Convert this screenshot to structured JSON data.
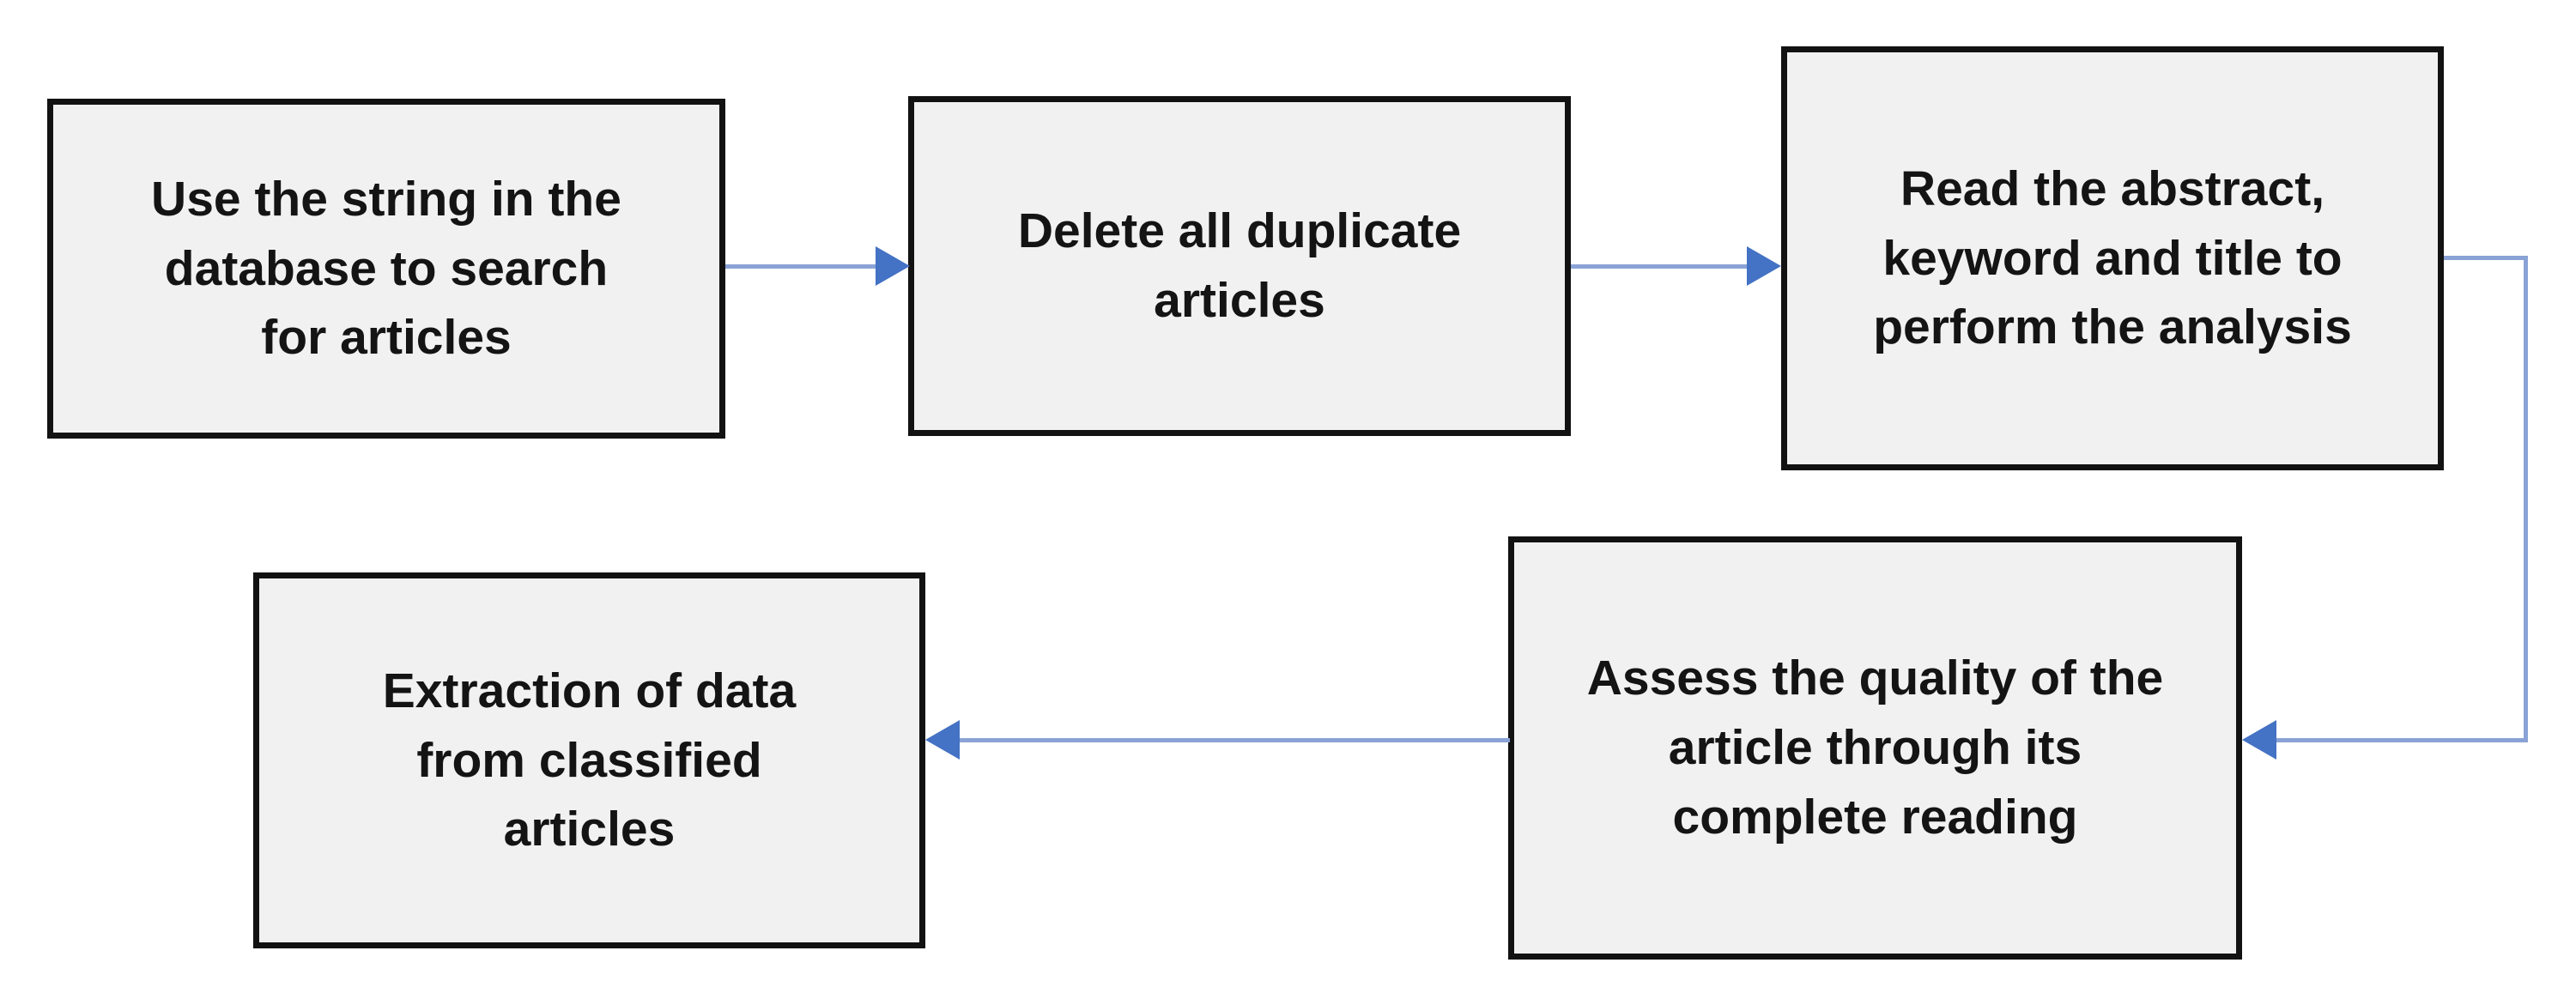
{
  "diagram": {
    "type": "flowchart",
    "title": "",
    "colors": {
      "background": "#ffffff",
      "box_fill": "#f1f1f1",
      "box_border": "#121212",
      "arrow_line": "#8aa3d6",
      "arrow_head": "#4472c4",
      "text_color": "#141414"
    },
    "nodes": [
      {
        "id": "step-1",
        "label": "Use the string in the\ndatabase to search\nfor articles"
      },
      {
        "id": "step-2",
        "label": "Delete all duplicate\narticles"
      },
      {
        "id": "step-3",
        "label": "Read the abstract,\nkeyword and title to\nperform the analysis"
      },
      {
        "id": "step-4",
        "label": "Assess the quality of the\narticle through its\ncomplete reading"
      },
      {
        "id": "step-5",
        "label": "Extraction of data\nfrom classified\narticles"
      }
    ],
    "edges": [
      {
        "from": "step-1",
        "to": "step-2",
        "route": "horizontal-right"
      },
      {
        "from": "step-2",
        "to": "step-3",
        "route": "horizontal-right"
      },
      {
        "from": "step-3",
        "to": "step-4",
        "route": "right-down-left"
      },
      {
        "from": "step-4",
        "to": "step-5",
        "route": "horizontal-left"
      }
    ]
  }
}
